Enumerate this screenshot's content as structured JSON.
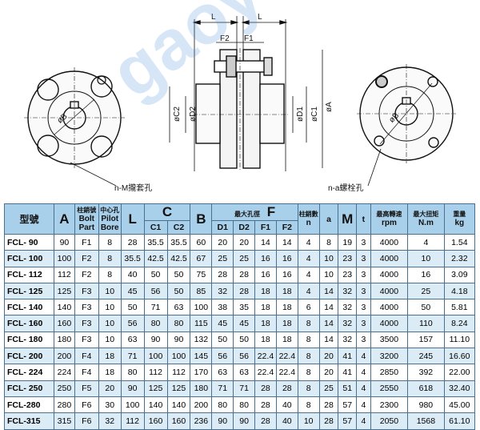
{
  "drawing": {
    "labels": {
      "L_left": "L",
      "L_right": "L",
      "F2": "F2",
      "F1": "F1",
      "C2": "øC2",
      "D2": "øD2",
      "D1": "øD1",
      "C1": "øC1",
      "A": "øA",
      "B_left": "øB",
      "B_right": "øB",
      "left_note": "n-M攏套孔",
      "right_note": "n-a螺栓孔"
    }
  },
  "watermark": "gaoyuan.com",
  "table": {
    "headers": {
      "model": "型號",
      "A": "A",
      "bolt_cn": "柱銷號",
      "bolt_en1": "Bolt",
      "bolt_en2": "Part",
      "pilot_cn": "中心孔",
      "pilot_en1": "Pilot",
      "pilot_en2": "Bore",
      "L": "L",
      "C": "C",
      "C1": "C1",
      "C2": "C2",
      "B": "B",
      "F_cn": "最大孔徑",
      "F": "F",
      "D1": "D1",
      "D2": "D2",
      "F1": "F1",
      "F2": "F2",
      "n_cn": "柱銷數",
      "n": "n",
      "a": "a",
      "M": "M",
      "t": "t",
      "rpm_cn": "最高轉速",
      "rpm": "rpm",
      "nm_cn": "最大扭矩",
      "nm": "N.m",
      "kg_cn": "重量",
      "kg": "kg"
    },
    "rows": [
      [
        "FCL- 90",
        "90",
        "F1",
        "8",
        "28",
        "35.5",
        "35.5",
        "60",
        "20",
        "20",
        "14",
        "14",
        "4",
        "8",
        "19",
        "3",
        "4000",
        "4",
        "1.54"
      ],
      [
        "FCL- 100",
        "100",
        "F2",
        "8",
        "35.5",
        "42.5",
        "42.5",
        "67",
        "25",
        "25",
        "16",
        "16",
        "4",
        "10",
        "23",
        "3",
        "4000",
        "10",
        "2.32"
      ],
      [
        "FCL- 112",
        "112",
        "F2",
        "8",
        "40",
        "50",
        "50",
        "75",
        "28",
        "28",
        "16",
        "16",
        "4",
        "10",
        "23",
        "3",
        "4000",
        "16",
        "3.09"
      ],
      [
        "FCL- 125",
        "125",
        "F3",
        "10",
        "45",
        "56",
        "50",
        "85",
        "32",
        "28",
        "18",
        "18",
        "4",
        "14",
        "32",
        "3",
        "4000",
        "25",
        "4.18"
      ],
      [
        "FCL- 140",
        "140",
        "F3",
        "10",
        "50",
        "71",
        "63",
        "100",
        "38",
        "35",
        "18",
        "18",
        "6",
        "14",
        "32",
        "3",
        "4000",
        "50",
        "5.81"
      ],
      [
        "FCL- 160",
        "160",
        "F3",
        "10",
        "56",
        "80",
        "80",
        "115",
        "45",
        "45",
        "18",
        "18",
        "8",
        "14",
        "32",
        "3",
        "4000",
        "110",
        "8.24"
      ],
      [
        "FCL- 180",
        "180",
        "F3",
        "10",
        "63",
        "90",
        "90",
        "132",
        "50",
        "50",
        "18",
        "18",
        "8",
        "14",
        "32",
        "3",
        "3500",
        "157",
        "11.10"
      ],
      [
        "FCL- 200",
        "200",
        "F4",
        "18",
        "71",
        "100",
        "100",
        "145",
        "56",
        "56",
        "22.4",
        "22.4",
        "8",
        "20",
        "41",
        "4",
        "3200",
        "245",
        "16.60"
      ],
      [
        "FCL- 224",
        "224",
        "F4",
        "18",
        "80",
        "112",
        "112",
        "170",
        "63",
        "63",
        "22.4",
        "22.4",
        "8",
        "20",
        "41",
        "4",
        "2850",
        "392",
        "22.00"
      ],
      [
        "FCL- 250",
        "250",
        "F5",
        "20",
        "90",
        "125",
        "125",
        "180",
        "71",
        "71",
        "28",
        "28",
        "8",
        "25",
        "51",
        "4",
        "2550",
        "618",
        "32.40"
      ],
      [
        "FCL-280",
        "280",
        "F6",
        "30",
        "100",
        "140",
        "140",
        "200",
        "80",
        "80",
        "28",
        "40",
        "8",
        "28",
        "57",
        "4",
        "2300",
        "980",
        "45.00"
      ],
      [
        "FCL-315",
        "315",
        "F6",
        "32",
        "112",
        "160",
        "160",
        "236",
        "90",
        "90",
        "28",
        "40",
        "10",
        "28",
        "57",
        "4",
        "2050",
        "1568",
        "61.10"
      ]
    ]
  }
}
